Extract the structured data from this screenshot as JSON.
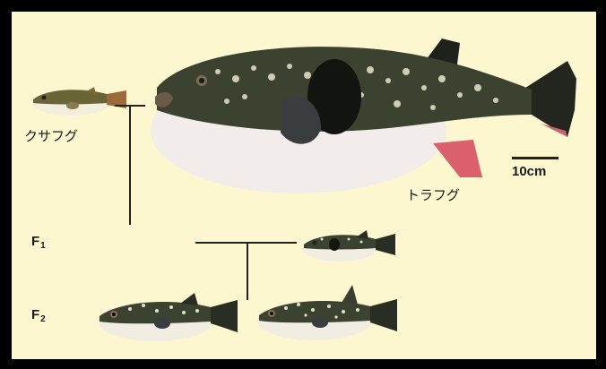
{
  "labels": {
    "kusafugu": "クサフグ",
    "torafugu": "トラフグ",
    "f1_main": "F",
    "f1_sub": "1",
    "f2_main": "F",
    "f2_sub": "2",
    "scale": "10cm"
  },
  "colors": {
    "background": "#fdf7d0",
    "frame": "#000000",
    "torafugu_back": "#3c4230",
    "torafugu_belly": "#f2ecea",
    "fin_red": "#d9606c"
  }
}
